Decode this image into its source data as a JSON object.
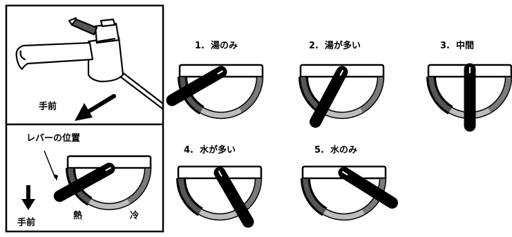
{
  "faucet_panel": {
    "direction_label": "手前"
  },
  "legend_panel": {
    "lever_position_label": "レバーの位置",
    "direction_label": "手前",
    "hot_label": "熱",
    "cold_label": "冷"
  },
  "positions": [
    {
      "number": "1.",
      "label": "湯のみ"
    },
    {
      "number": "2.",
      "label": "湯が多い"
    },
    {
      "number": "3.",
      "label": "中間"
    },
    {
      "number": "4.",
      "label": "水が多い"
    },
    {
      "number": "5.",
      "label": "水のみ"
    }
  ]
}
